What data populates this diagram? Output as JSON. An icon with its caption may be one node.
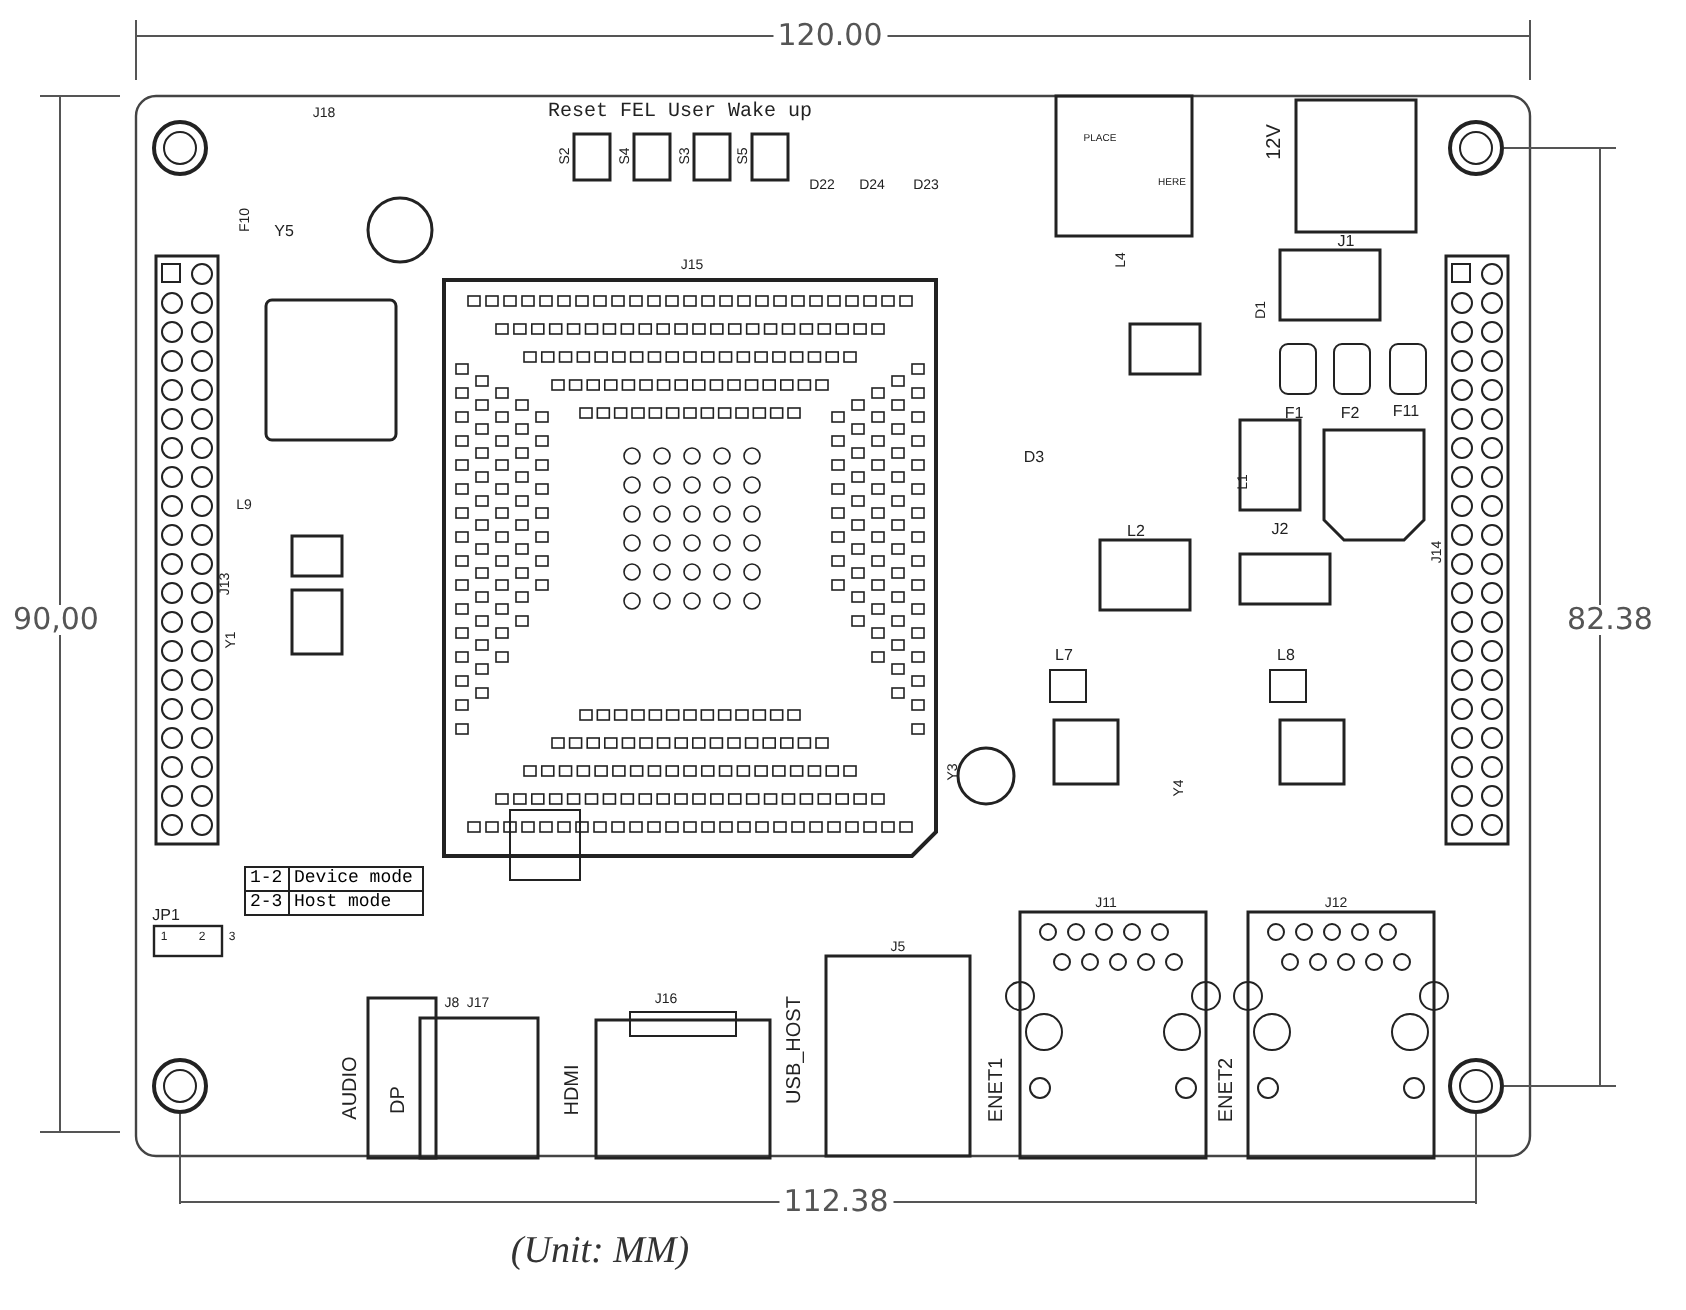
{
  "diagram": {
    "caption": "(Unit: MM)",
    "labels": [
      "120.00",
      "90,00",
      "82.38",
      "112.38",
      "Reset FEL User Wake up",
      "J18",
      "S2",
      "S4",
      "S3",
      "S5",
      "D22",
      "D24",
      "D23",
      "F10",
      "Y5",
      "J15",
      "L9",
      "J13",
      "Y1",
      "PLACE",
      "HERE",
      "12V",
      "J1",
      "L4",
      "D1",
      "F1",
      "F2",
      "F11",
      "D3",
      "L1",
      "J14",
      "L2",
      "J2",
      "L7",
      "L8",
      "Y3",
      "Y4",
      "1-2",
      "Device mode",
      "2-3",
      "Host mode",
      "JP1",
      "1",
      "2",
      "3",
      "J8",
      "J17",
      "J16",
      "J5",
      "J11",
      "J12",
      "AUDIO",
      "DP",
      "HDMI",
      "USB_HOST",
      "ENET1",
      "ENET2"
    ]
  }
}
